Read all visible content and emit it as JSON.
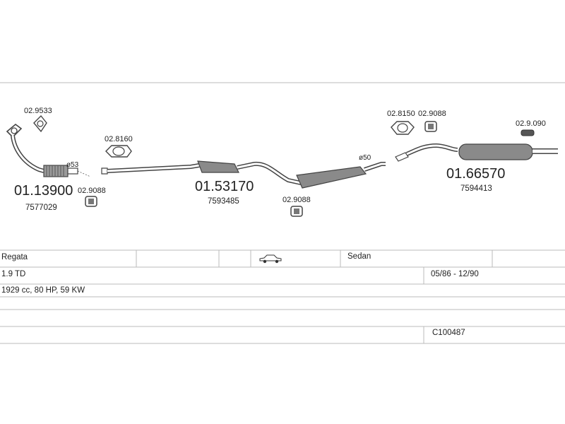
{
  "diagram": {
    "parts": {
      "front_pipe": {
        "number": "01.13900",
        "oe": "7577029"
      },
      "middle_silencer": {
        "number": "01.53170",
        "oe": "7593485"
      },
      "rear_silencer": {
        "number": "01.66570",
        "oe": "7594413"
      }
    },
    "accessories": {
      "gasket_front": "02.9533",
      "clamp_front": "02.9088",
      "gasket_mid": "02.8160",
      "clamp_mid": "02.9088",
      "gasket_rear": "02.8150",
      "clamp_rear": "02.9088",
      "hanger_rear": "02.9.090"
    },
    "diameters": {
      "front": "ø53",
      "rear": "ø50"
    }
  },
  "vehicle_table": {
    "model": "Regata",
    "body_type": "Sedan",
    "engine": "1.9 TD",
    "production_period": "05/86 - 12/90",
    "specs": "1929 cc, 80 HP, 59 KW",
    "catalog_code": "C100487",
    "car_icon": "sedan-car-icon"
  },
  "colors": {
    "line": "#555555",
    "grid": "#bbbbbb",
    "part_fill": "#8a8a8a"
  }
}
